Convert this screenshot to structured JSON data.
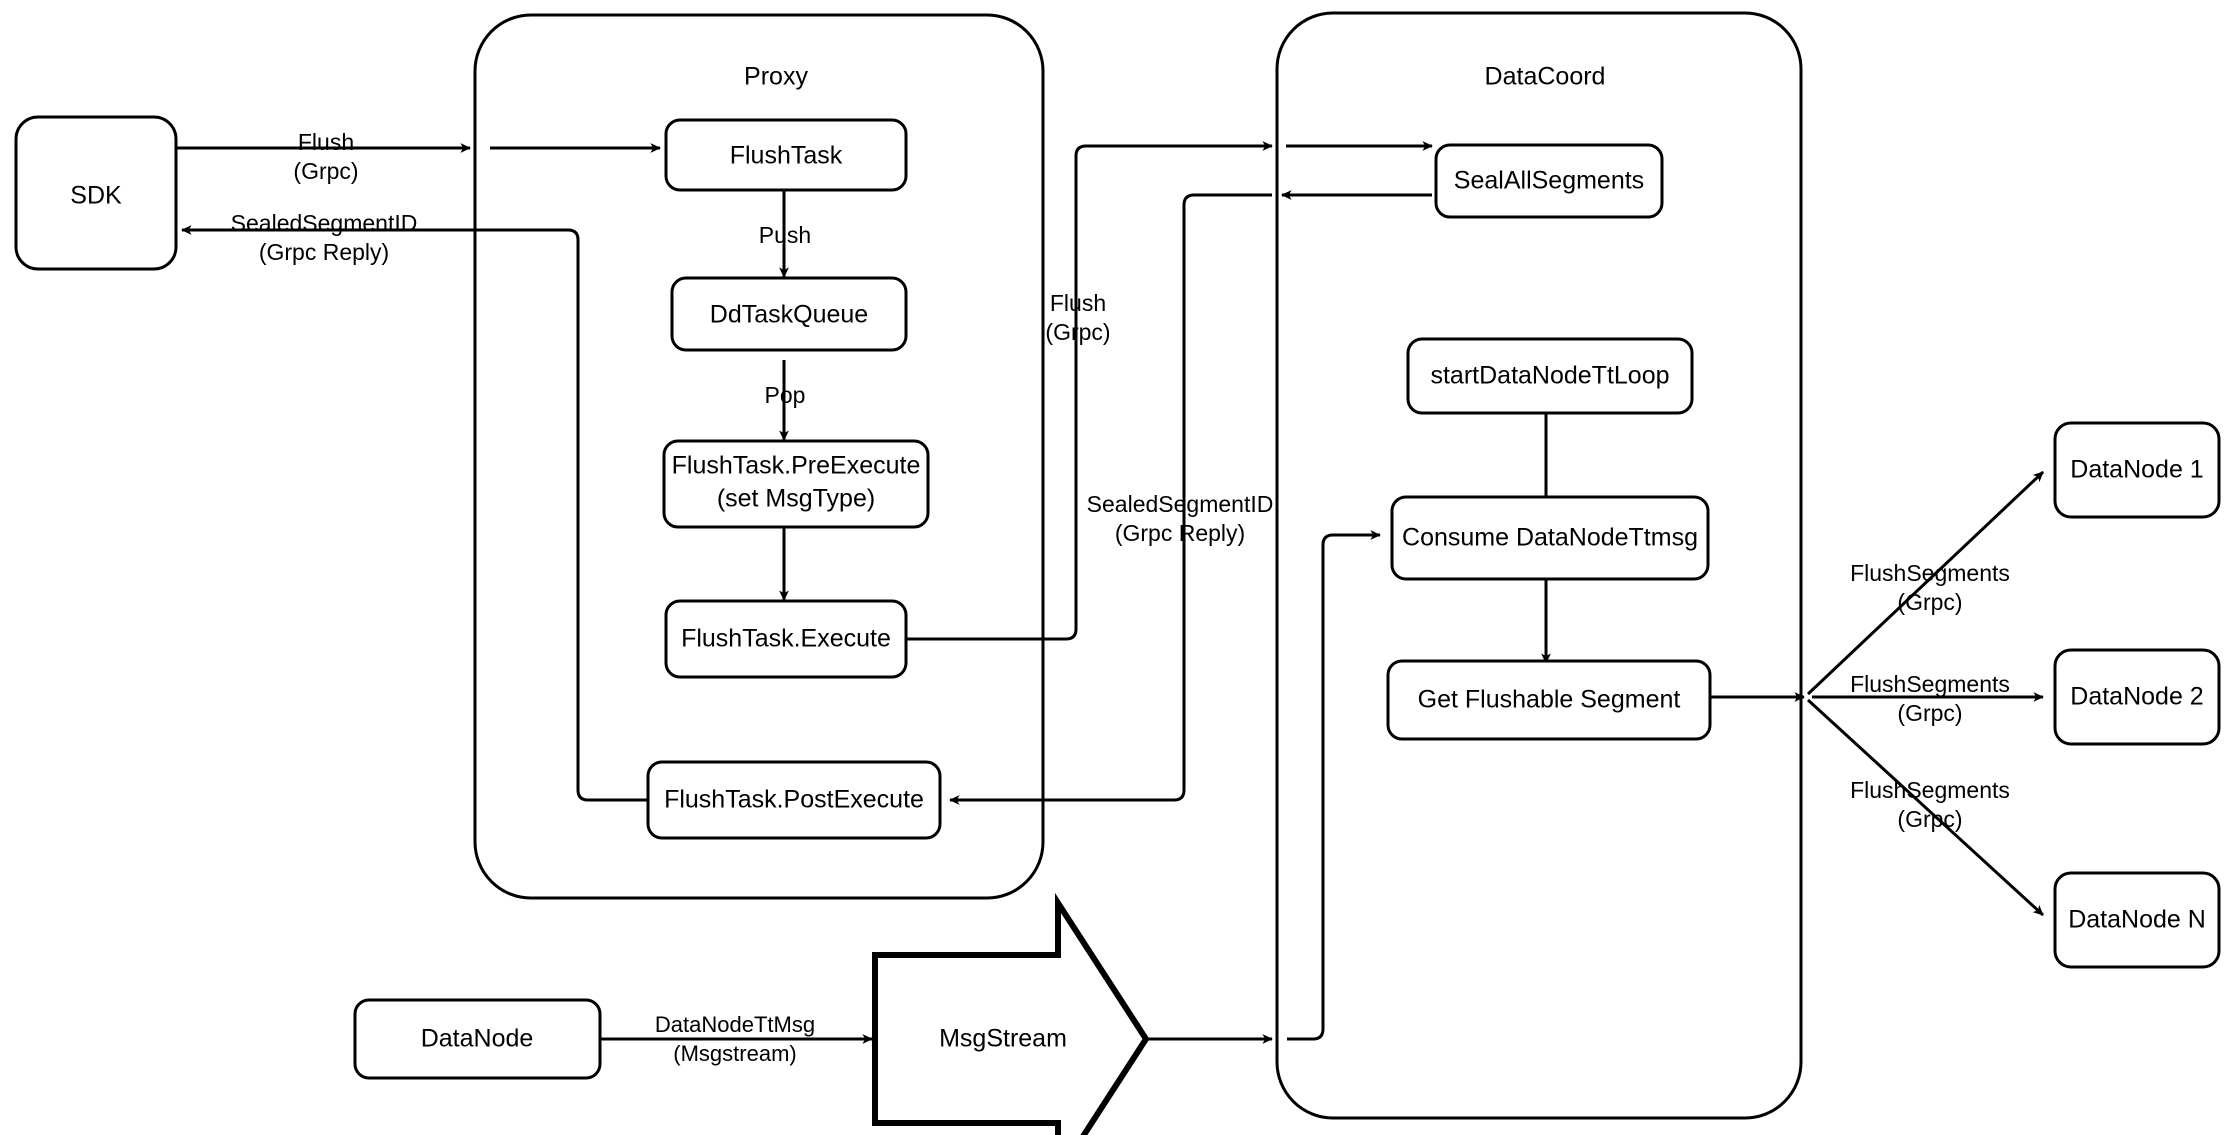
{
  "diagram": {
    "title": "Milvus Flush Sequence",
    "background": "#ffffff",
    "stroke_color": "#000000"
  },
  "containers": {
    "proxy": {
      "label": "Proxy"
    },
    "datacoord": {
      "label": "DataCoord"
    }
  },
  "nodes": {
    "sdk": {
      "label": "SDK"
    },
    "flush_task": {
      "label": "FlushTask"
    },
    "dd_task_queue": {
      "label": "DdTaskQueue"
    },
    "pre_execute_line1": {
      "label": "FlushTask.PreExecute"
    },
    "pre_execute_line2": {
      "label": "(set MsgType)"
    },
    "execute": {
      "label": "FlushTask.Execute"
    },
    "post_execute": {
      "label": "FlushTask.PostExecute"
    },
    "seal_all_segments": {
      "label": "SealAllSegments"
    },
    "start_datanode_tt_loop": {
      "label": "startDataNodeTtLoop"
    },
    "consume_datanode_ttmsg": {
      "label": "Consume DataNodeTtmsg"
    },
    "get_flushable_segment": {
      "label": "Get Flushable Segment"
    },
    "datanode_1": {
      "label": "DataNode 1"
    },
    "datanode_2": {
      "label": "DataNode 2"
    },
    "datanode_n": {
      "label": "DataNode N"
    },
    "datanode_bottom": {
      "label": "DataNode"
    },
    "msgstream": {
      "label": "MsgStream"
    }
  },
  "edges": {
    "sdk_to_proxy_line1": {
      "label": "Flush"
    },
    "sdk_to_proxy_line2": {
      "label": "(Grpc)"
    },
    "proxy_to_sdk_line1": {
      "label": "SealedSegmentID"
    },
    "proxy_to_sdk_line2": {
      "label": "(Grpc Reply)"
    },
    "push": {
      "label": "Push"
    },
    "pop": {
      "label": "Pop"
    },
    "proxy_to_datacoord_line1": {
      "label": "Flush"
    },
    "proxy_to_datacoord_line2": {
      "label": "(Grpc)"
    },
    "datacoord_to_proxy_line1": {
      "label": "SealedSegmentID"
    },
    "datacoord_to_proxy_line2": {
      "label": "(Grpc Reply)"
    },
    "flush_segments_1_line1": {
      "label": "FlushSegments"
    },
    "flush_segments_1_line2": {
      "label": "(Grpc)"
    },
    "flush_segments_2_line1": {
      "label": "FlushSegments"
    },
    "flush_segments_2_line2": {
      "label": "(Grpc)"
    },
    "flush_segments_n_line1": {
      "label": "FlushSegments"
    },
    "flush_segments_n_line2": {
      "label": "(Grpc)"
    },
    "datanode_ttmsg_line1": {
      "label": "DataNodeTtMsg"
    },
    "datanode_ttmsg_line2": {
      "label": "(Msgstream)"
    }
  }
}
